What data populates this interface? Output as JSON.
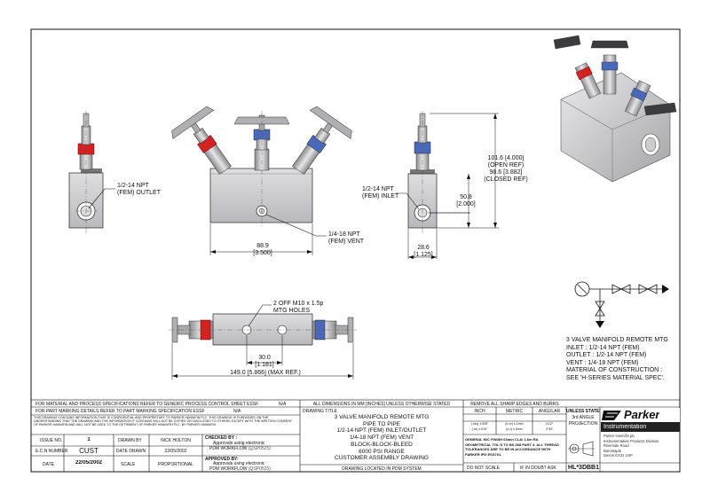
{
  "colors": {
    "line": "#111111",
    "body": "#c9c9cb",
    "body_shadow": "#9a9a9e",
    "red": "#d22020",
    "blue": "#4a68b8",
    "dark_blue": "#3e5aa8",
    "parker_dark": "#1a1a1a"
  },
  "views": {
    "left": {
      "outlet": "1/2-14 NPT\n(FEM) OUTLET"
    },
    "front": {
      "vent": "1/4-18 NPT\n(FEM) VENT",
      "width": "88.9\n[3.500]"
    },
    "right": {
      "inlet": "1/2-14 NPT\n(FEM) INLET",
      "height_open": "101.6 [4.000]\n(OPEN REF)\n98.6 [3.882]\n(CLOSED REF)",
      "height_mid": "50.8\n[2.000]",
      "depth": "28.6\n[1.125]"
    },
    "top": {
      "holes": "2 OFF M10 x 1.5p\nMTG HOLES",
      "spacing": "30.0\n[1.181]",
      "length": "149.0 [5.866] (MAX REF.)"
    }
  },
  "spec": [
    "3 VALVE MANIFOLD REMOTE MTG",
    "INLET : 1/2-14 NPT (FEM)",
    "OUTLET : 1/2-14 NPT (FEM)",
    "VENT : 1/4-18 NPT (FEM)",
    "MATERIAL OF CONSTRUCTION :",
    "SEE 'H-SERIES MATERIAL SPEC'."
  ],
  "title_block": {
    "material_note": "FOR MATERIAL AND PROCESS SPECIFICATIONS REFER TO GENERIC PROCESS CONTROL SHEET ESSF",
    "material_na": "N/A",
    "marking_note": "FOR PART MARKING DETAILS REFER TO PART MARKING SPECIFICATION ESSF",
    "marking_na": "N/A",
    "confidential": "THIS DRAWING CONTAINS INFORMATION THAT IS CONFIDENTIAL AND PROPRIETARY TO PARKER HANNIFIN PLC. THIS DRAWING IS FURNISHED ON THE UNDERSTANDING THAT THE DRAWING AND THE INFORMATION IT CONTAINS WILL NOT BE COPIED OR DISCLOSED TO OTHERS EXCEPT WITH THE WRITTEN CONSENT OF PARKER HANNIFIN AND WILL NOT BE USED TO THE DETRIMENT OF PARKER HANNIFIN PLC. BY PARKER HANNIFIN.",
    "issue_no_label": "ISSUE NO.",
    "issue_no": "1",
    "drawn_by_label": "DRAWN BY",
    "drawn_by": "NICK HOLTON",
    "ecn_label": "E.C.N NUMBER",
    "ecn": "CUST",
    "date_drawn_label": "DATE DRAWN",
    "date_drawn": "22/05/2002",
    "date_label": "DATE",
    "date": "22/05/2002",
    "scale_label": "SCALE",
    "scale": "PROPORTIONAL",
    "checked_by": "CHECKED BY :",
    "checked_note": "Approvals using electronic",
    "checked_wf": "PDM WORKFLOW",
    "checked_qsp": "(QSP0525)",
    "approved_by": "APPROVED BY:",
    "approved_note": "Approvals using electronic",
    "approved_wf": "PDM WORKFLOW",
    "approved_qsp": "(QSP0525)",
    "units_note": "ALL DIMENSIONS IN MM [INCHES] UNLESS OTHERWISE STATED",
    "drawing_title_label": "DRAWING TITLE",
    "title_lines": [
      "3 VALVE MANIFOLD REMOTE MTG",
      "PIPE TO PIPE",
      "1/2-14 NPT (FEM) INLET/OUTLET",
      "1/4-18 NPT (FEM) VENT",
      "BLOCK-BLOCK-BLEED",
      "6000 PSI RANGE",
      "CUSTOMER ASSEMBLY DRAWING"
    ],
    "pdm_note": "DRAWING LOCATED IN PDM SYSTEM",
    "burrs": "REMOVE ALL SHARP EDGES AND BURRS",
    "inch": "INCH",
    "metric": "METRIC",
    "angular": "ANGULAR",
    "tol_inch_1": "(.xxx) ±.005\"",
    "tol_inch_2": "(.xx) ±.010\"",
    "tol_metric_1": "(x.xx) ±.1mm",
    "tol_metric_2": "(x.x) ±.3mm",
    "tol_angle_1": "±1/2°",
    "tol_angle_2": "0°30'",
    "projection_1": "UNLESS STATED",
    "projection_2": "3rd ANGLE",
    "projection_3": "PROJECTION",
    "finish_note": "GENERAL M/C FINISH 63min CLA/ 1.6m RA GEOMETRICAL TOL'S TO BS.308 PART 3. ALL THREAD TOLERANCES ARE TO BE IN ACCORDANCE WITH PARKER IPD ESS701.",
    "do_not_scale": "DO NOT SCALE",
    "if_in_doubt": "IF IN DOUBT ASK",
    "brand": "Parker",
    "division": "Instrumentation",
    "address": "Parker Hannifin plc\nInstrumentation Products Division\nRiverside Road\nBarnstaple\nDevon EX31 1NP",
    "part_number": "HL*3DBB1"
  }
}
